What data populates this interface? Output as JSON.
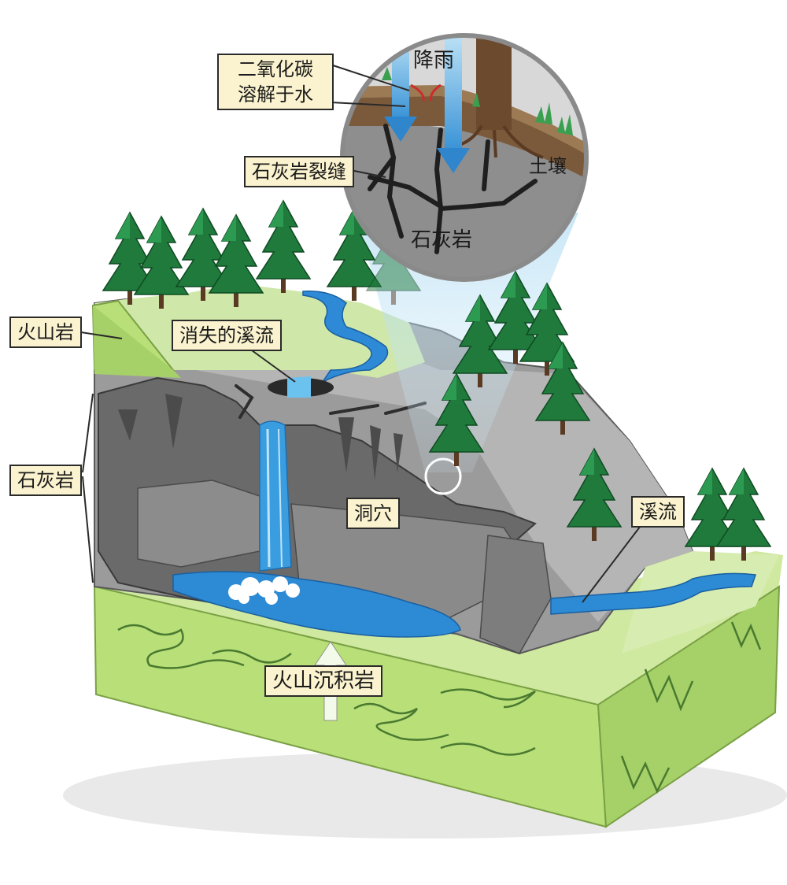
{
  "labels": {
    "co2_line1": "二氧化碳",
    "co2_line2": "溶解于水",
    "rain": "降雨",
    "crack": "石灰岩裂缝",
    "soil": "土壤",
    "limestone_zoom": "石灰岩",
    "volcanic_rock": "火山岩",
    "vanishing_stream": "消失的溪流",
    "limestone": "石灰岩",
    "cave": "洞穴",
    "stream": "溪流",
    "volcanic_sediment": "火山沉积岩"
  }
}
